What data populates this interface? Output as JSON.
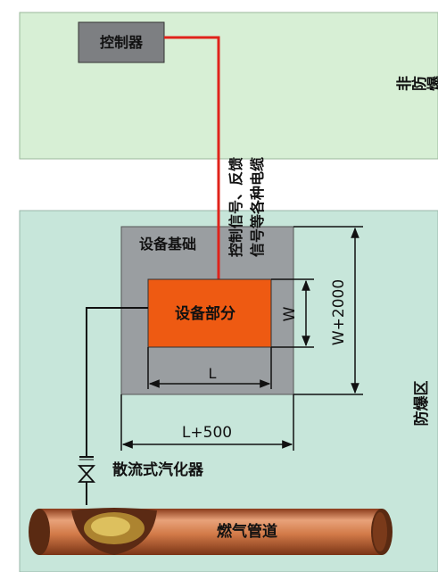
{
  "zones": {
    "non_explosion": "非防爆区",
    "explosion": "防爆区"
  },
  "controller": {
    "label": "控制器"
  },
  "cable": {
    "line1": "控制信号、反馈",
    "line2": "信号等各种电缆"
  },
  "equipment_base": {
    "label": "设备基础"
  },
  "equipment": {
    "label": "设备部分"
  },
  "dimensions": {
    "w": "W",
    "w_plus": "W+2000",
    "l": "L",
    "l_plus": "L+500"
  },
  "vaporizer": {
    "label": "散流式汽化器"
  },
  "pipe": {
    "label": "燃气管道"
  },
  "colors": {
    "non_explosion_bg": "#d7efd5",
    "explosion_bg": "#c7e6da",
    "base_gray": "#9a9ea1",
    "equipment_orange": "#ee5a12",
    "controller_gray": "#7d7f82",
    "cable_red": "#e0231b",
    "pipe_brown": "#c96d3c"
  }
}
